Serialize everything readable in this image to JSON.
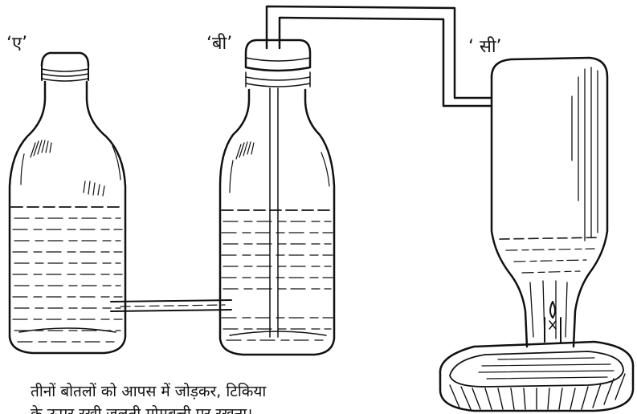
{
  "labels": {
    "bottle_a": "‘ए’",
    "bottle_b": "‘बी’",
    "bottle_c": "‘ सी’"
  },
  "caption": {
    "line1": "तीनों बोतलों को आपस में जोड़कर, टिकिया",
    "line2": "के ऊपर रखी जलती मोमबत्ती पर रखना।"
  },
  "colors": {
    "ink": "#111111",
    "background": "#ffffff"
  }
}
